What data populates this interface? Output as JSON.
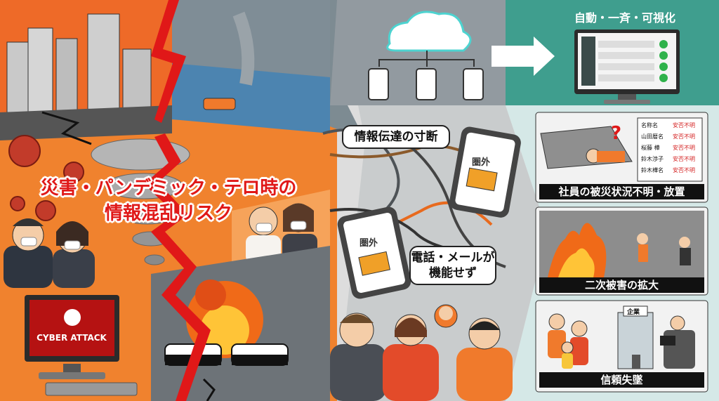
{
  "headline": {
    "line1": "災害・パンデミック・テロ時の",
    "line2": "情報混乱リスク"
  },
  "monitor_text": "CYBER ATTACK",
  "bubbles": {
    "disruption": "情報伝達の寸断",
    "phone_line1": "電話・メールが",
    "phone_line2": "機能せず"
  },
  "phone_badge": "圏外",
  "top_right_caption": "自動・一斉・可視化",
  "panels": [
    {
      "caption": "社員の被災状況不明・放置"
    },
    {
      "caption": "二次被害の拡大"
    },
    {
      "caption": "信頼失墜"
    }
  ],
  "status_list": [
    {
      "name": "名称名",
      "status": "安否不明"
    },
    {
      "name": "山田暦名",
      "status": "安否不明"
    },
    {
      "name": "桜藤 樺",
      "status": "安否不明"
    },
    {
      "name": "鈴木渉子",
      "status": "安否不明"
    },
    {
      "name": "鈴木樺名",
      "status": "安否不明"
    }
  ],
  "company_sign": "企業",
  "colors": {
    "alert_red": "#e01818",
    "orange_bg": "#f0782a",
    "teal_bg": "#3f9e8e",
    "status_red": "#d42020"
  }
}
